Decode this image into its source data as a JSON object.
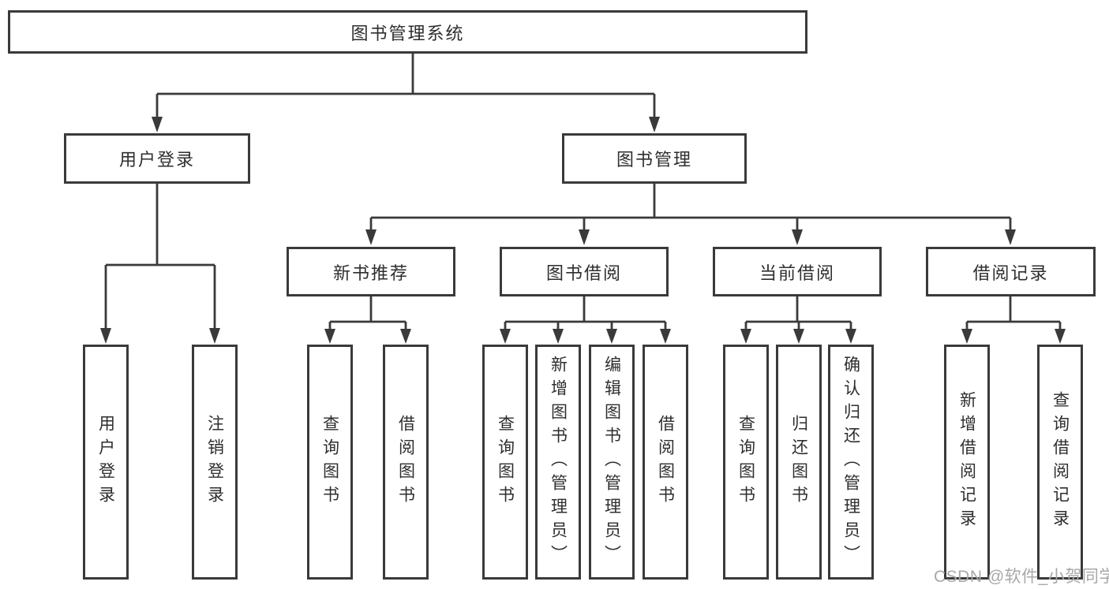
{
  "diagram": {
    "root": {
      "label": "图书管理系统"
    },
    "level2": [
      {
        "label": "用户登录",
        "children": [
          {
            "label": "用户登录"
          },
          {
            "label": "注销登录"
          }
        ]
      },
      {
        "label": "图书管理",
        "sections": [
          {
            "label": "新书推荐",
            "children": [
              {
                "label": "查询图书"
              },
              {
                "label": "借阅图书"
              }
            ]
          },
          {
            "label": "图书借阅",
            "children": [
              {
                "label": "查询图书"
              },
              {
                "label": "新增图书（管理员）"
              },
              {
                "label": "编辑图书（管理员）"
              },
              {
                "label": "借阅图书"
              }
            ]
          },
          {
            "label": "当前借阅",
            "children": [
              {
                "label": "查询图书"
              },
              {
                "label": "归还图书"
              },
              {
                "label": "确认归还（管理员）"
              }
            ]
          },
          {
            "label": "借阅记录",
            "children": [
              {
                "label": "新增借阅记录"
              },
              {
                "label": "查询借阅记录"
              }
            ]
          }
        ]
      }
    ]
  },
  "watermark": {
    "text": "CSDN @软件_小贺同学",
    "color": "#a8a8a8"
  },
  "colors": {
    "line": "#3a3a3a",
    "box_border": "#3a3a3a",
    "text": "#2e2e2e",
    "background": "#ffffff"
  }
}
